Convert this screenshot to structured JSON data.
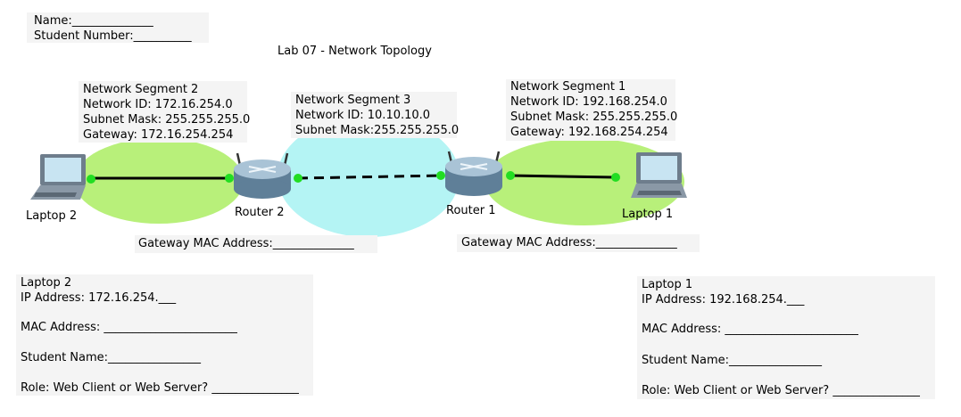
{
  "header": {
    "name": "Name:______________",
    "student_number": "Student Number:__________",
    "title": "Lab 07 - Network Topology"
  },
  "segment2": {
    "heading": "Network Segment 2",
    "network_id": "Network ID: 172.16.254.0",
    "subnet_mask": "Subnet Mask: 255.255.255.0",
    "gateway": "Gateway: 172.16.254.254"
  },
  "segment3": {
    "heading": "Network Segment 3",
    "network_id": "Network ID: 10.10.10.0",
    "subnet_mask": "Subnet Mask:255.255.255.0"
  },
  "segment1": {
    "heading": "Network Segment 1",
    "network_id": "Network ID: 192.168.254.0",
    "subnet_mask": "Subnet Mask: 255.255.255.0",
    "gateway": "Gateway: 192.168.254.254"
  },
  "devices": {
    "laptop2": "Laptop 2",
    "router2": "Router 2",
    "router1": "Router 1",
    "laptop1": "Laptop 1"
  },
  "gateway_mac": {
    "left": "Gateway MAC Address:______________",
    "right": "Gateway MAC Address:______________"
  },
  "laptop2_card": {
    "title": "Laptop 2",
    "ip": "IP Address: 172.16.254.___",
    "mac": "MAC Address: _______________________",
    "student": "Student Name:________________",
    "role": "Role: Web Client or Web Server? _______________"
  },
  "laptop1_card": {
    "title": "Laptop 1",
    "ip": "IP Address: 192.168.254.___",
    "mac": "MAC Address: _______________________",
    "student": "Student Name:________________",
    "role": "Role: Web Client or Web Server? _______________"
  },
  "colors": {
    "segment_green": "#b8f07a",
    "segment_cyan": "#b4f4f4",
    "link_dot": "#22dd22",
    "router_body": "#6f8fa8"
  }
}
